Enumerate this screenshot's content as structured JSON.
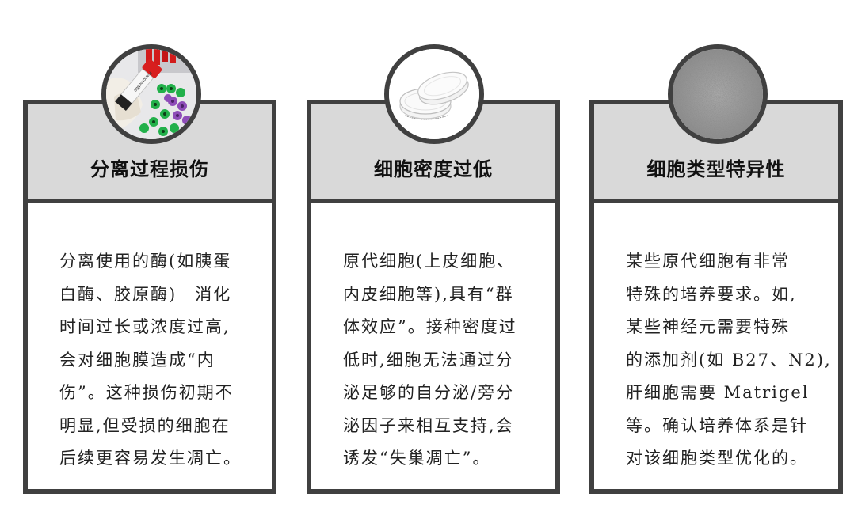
{
  "cards": [
    {
      "title": "分离过程损伤",
      "image": "pancreatitis-blood-tubes-photo",
      "lines": [
        "分离使用的酶(如胰蛋",
        "白酶、胶原酶)　消化",
        "时间过长或浓度过高,",
        "会对细胞膜造成“内",
        "伤”。这种损伤初期不",
        "明显,但受损的细胞在",
        "后续更容易发生凋亡。"
      ]
    },
    {
      "title": "细胞密度过低",
      "image": "petri-dish-photo",
      "lines": [
        "原代细胞(上皮细胞、",
        "内皮细胞等),具有“群",
        "体效应”。接种密度过",
        "低时,细胞无法通过分",
        "泌足够的自分泌/旁分",
        "泌因子来相互支持,会",
        "诱发“失巢凋亡”。"
      ]
    },
    {
      "title": "细胞类型特异性",
      "image": "cell-microscopy-grayscale-photo",
      "lines": [
        "某些原代细胞有非常",
        "特殊的培养要求。如,",
        "某些神经元需要特殊",
        "的添加剂(如 B27、N2),",
        "肝细胞需要 Matrigel",
        "等。确认培养体系是针",
        "对该细胞类型优化的。"
      ]
    }
  ],
  "colors": {
    "border": "#404040",
    "header_bg": "#d9d9d9",
    "body_bg": "#ffffff",
    "text": "#222222"
  }
}
